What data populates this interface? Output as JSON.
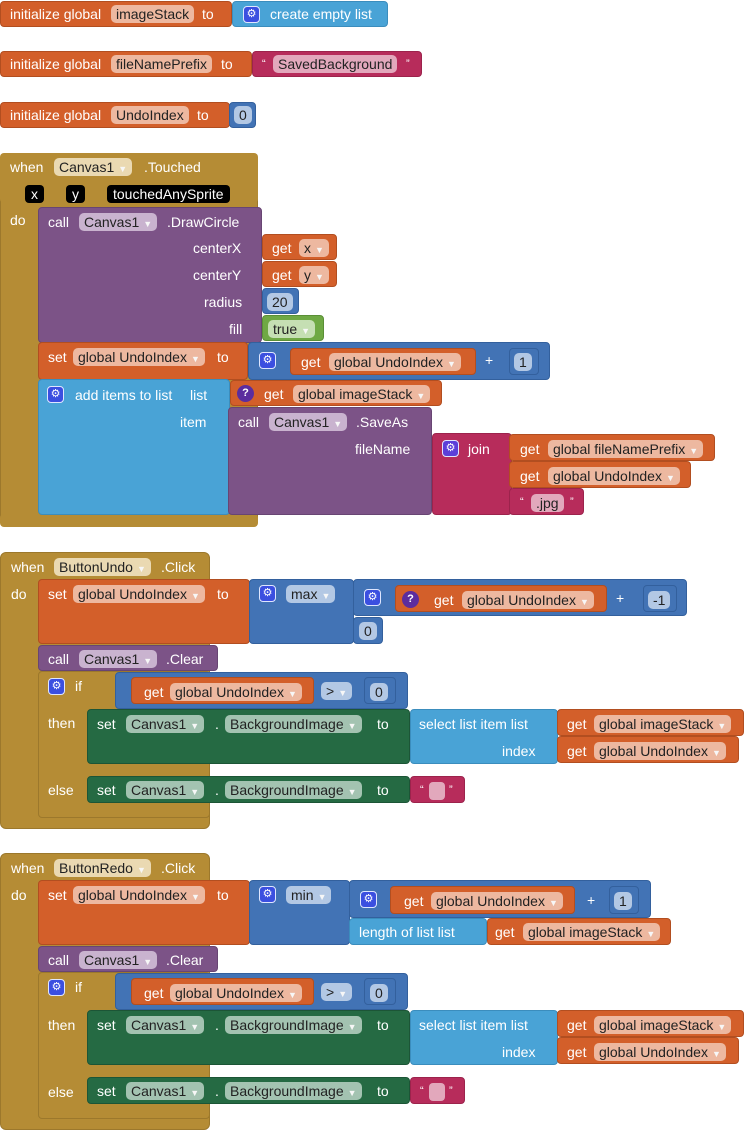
{
  "colors": {
    "variables": "#d35f2a",
    "lists": "#49a3d6",
    "math": "#4273b5",
    "component_method": "#7c5387",
    "text": "#b72c5b",
    "event": "#b58c35",
    "setter": "#256a43",
    "logic": "#6fa944"
  },
  "globals": [
    {
      "prefix": "initialize global",
      "name": "imageStack",
      "to": "to",
      "value_label": "create empty list"
    },
    {
      "prefix": "initialize global",
      "name": "fileNamePrefix",
      "to": "to",
      "value_text": "SavedBackground"
    },
    {
      "prefix": "initialize global",
      "name": "UndoIndex",
      "to": "to",
      "value_number": "0"
    }
  ],
  "touched": {
    "when": "when",
    "component": "Canvas1",
    "event": ".Touched",
    "params": [
      "x",
      "y",
      "touchedAnySprite"
    ],
    "do": "do",
    "draw": {
      "call": "call",
      "component": "Canvas1",
      "method": ".DrawCircle",
      "centerX_label": "centerX",
      "centerY_label": "centerY",
      "radius_label": "radius",
      "fill_label": "fill",
      "get": "get",
      "x": "x",
      "y": "y",
      "radius": "20",
      "fill": "true"
    },
    "set": {
      "set": "set",
      "var": "global UndoIndex",
      "to": "to",
      "get": "get",
      "get_var": "global UndoIndex",
      "op": "+",
      "num": "1"
    },
    "add": {
      "label": "add items to list",
      "list_label": "list",
      "item_label": "item",
      "get": "get",
      "list_var": "global imageStack",
      "call": "call",
      "component": "Canvas1",
      "method": ".SaveAs",
      "filename_label": "fileName",
      "join": "join",
      "join_items": [
        "global fileNamePrefix",
        "global UndoIndex"
      ],
      "suffix": ".jpg"
    }
  },
  "undo": {
    "when": "when",
    "component": "ButtonUndo",
    "event": ".Click",
    "do": "do",
    "set": {
      "set": "set",
      "var": "global UndoIndex",
      "to": "to",
      "fn": "max",
      "get": "get",
      "get_var": "global UndoIndex",
      "op": "+",
      "num": "-1",
      "num2": "0"
    },
    "clear": {
      "call": "call",
      "component": "Canvas1",
      "method": ".Clear"
    },
    "if": {
      "if": "if",
      "get": "get",
      "var": "global UndoIndex",
      "cmp": ">",
      "num": "0",
      "then": "then",
      "else": "else",
      "set": "set",
      "component": "Canvas1",
      "dot": ".",
      "prop": "BackgroundImage",
      "to": "to",
      "select": "select list item  list",
      "index": "index",
      "list_var": "global imageStack",
      "index_var": "global UndoIndex"
    }
  },
  "redo": {
    "when": "when",
    "component": "ButtonRedo",
    "event": ".Click",
    "do": "do",
    "set": {
      "set": "set",
      "var": "global UndoIndex",
      "to": "to",
      "fn": "min",
      "get": "get",
      "get_var": "global UndoIndex",
      "op": "+",
      "num": "1",
      "length": "length of list  list",
      "list_var": "global imageStack"
    },
    "clear": {
      "call": "call",
      "component": "Canvas1",
      "method": ".Clear"
    },
    "if": {
      "if": "if",
      "get": "get",
      "var": "global UndoIndex",
      "cmp": ">",
      "num": "0",
      "then": "then",
      "else": "else",
      "set": "set",
      "component": "Canvas1",
      "dot": ".",
      "prop": "BackgroundImage",
      "to": "to",
      "select": "select list item  list",
      "index": "index",
      "list_var": "global imageStack",
      "index_var": "global UndoIndex"
    }
  }
}
